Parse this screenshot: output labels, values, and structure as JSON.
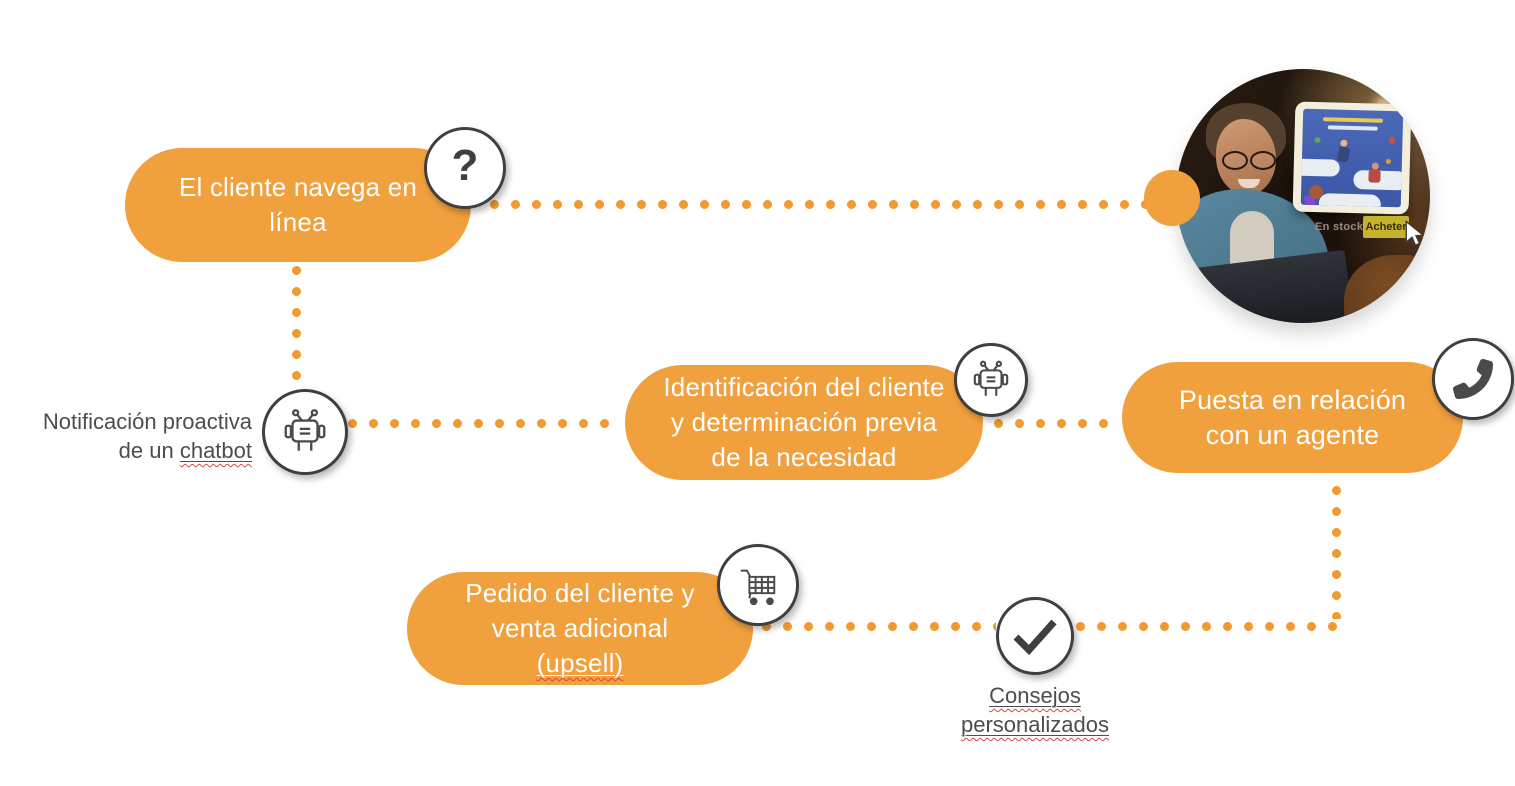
{
  "colors": {
    "accent_orange": "#F0A03D",
    "dot_orange": "#F09A2F",
    "icon_stroke": "#4A4A4A",
    "circle_border": "#3F3F3F",
    "label_gray": "#4D4D4D",
    "squiggle_red": "#D24A43",
    "buy_button_bg": "#C6B32D"
  },
  "flow": {
    "browse": {
      "line1": "El cliente navega en",
      "line2": "línea",
      "icon_glyph": "?"
    },
    "notification": {
      "line1": "Notificación proactiva",
      "line2_prefix": "de un ",
      "line2_word": "chatbot"
    },
    "identification": {
      "line1": "Identificación del cliente",
      "line2": "y determinación previa",
      "line3": "de la necesidad"
    },
    "agent": {
      "line1": "Puesta en relación",
      "line2": "con un agente"
    },
    "order": {
      "line1": "Pedido del cliente y",
      "line2": "venta adicional",
      "line3": "(upsell)"
    },
    "advice": {
      "line1": "Consejos",
      "line2": "personalizados"
    }
  },
  "photo": {
    "stock_label": "En stock",
    "buy_button": "Acheter"
  },
  "icons": {
    "browse": "question-mark-icon",
    "notification": "chatbot-robot-icon",
    "identification": "chatbot-robot-icon",
    "agent": "phone-handset-icon",
    "order": "shopping-cart-icon",
    "advice": "checkmark-icon"
  }
}
